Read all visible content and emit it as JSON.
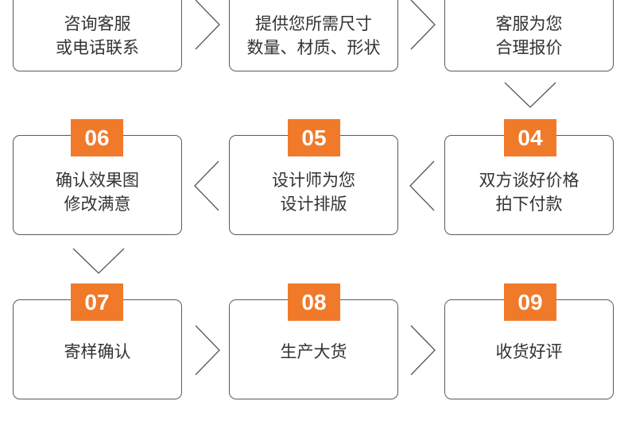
{
  "accent_color": "#f07a2a",
  "steps": [
    {
      "number": "",
      "lines": [
        "咨询客服",
        "或电话联系"
      ]
    },
    {
      "number": "",
      "lines": [
        "提供您所需尺寸",
        "数量、材质、形状"
      ]
    },
    {
      "number": "",
      "lines": [
        "客服为您",
        "合理报价"
      ]
    },
    {
      "number": "04",
      "lines": [
        "双方谈好价格",
        "拍下付款"
      ]
    },
    {
      "number": "05",
      "lines": [
        "设计师为您",
        "设计排版"
      ]
    },
    {
      "number": "06",
      "lines": [
        "确认效果图",
        "修改满意"
      ]
    },
    {
      "number": "07",
      "lines": [
        "寄样确认"
      ]
    },
    {
      "number": "08",
      "lines": [
        "生产大货"
      ]
    },
    {
      "number": "09",
      "lines": [
        "收货好评"
      ]
    }
  ]
}
